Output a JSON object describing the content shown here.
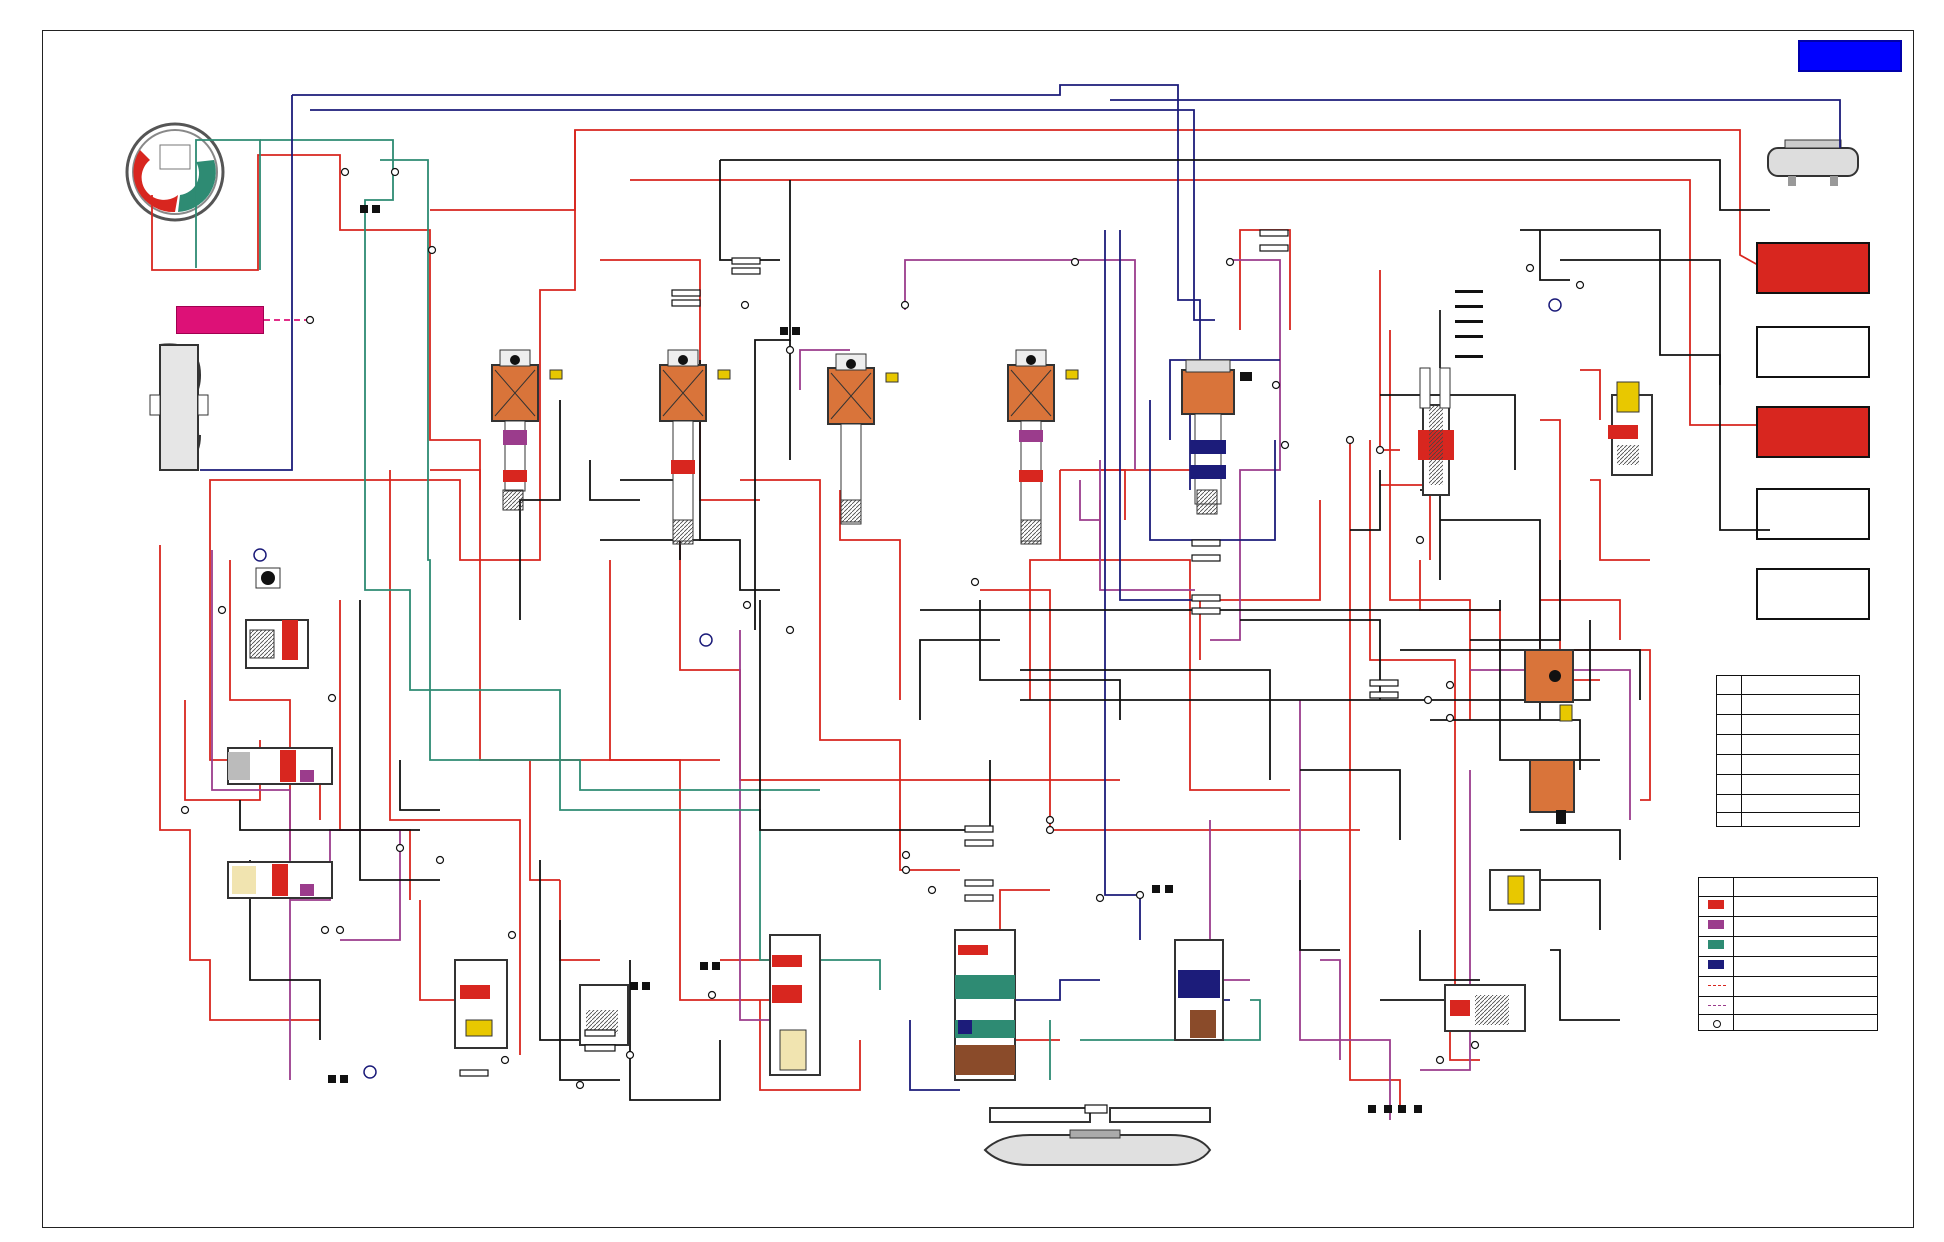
{
  "diagram": {
    "title_block_color": "#0000ff",
    "colors": {
      "main_line": "#d8261f",
      "converter": "#9b3c8c",
      "lube": "#2e8b73",
      "exhaust": "#1c1c7a",
      "line_black": "#111111",
      "solenoid": "#d9743a",
      "indicator": "#e8c800"
    },
    "legend_rows": [
      {
        "color": "#d8261f",
        "style": "solid"
      },
      {
        "color": "#9b3c8c",
        "style": "solid"
      },
      {
        "color": "#2e8b73",
        "style": "solid"
      },
      {
        "color": "#1c1c7a",
        "style": "solid"
      },
      {
        "color": "#d8261f",
        "style": "dashed"
      },
      {
        "color": "#9b3c8c",
        "style": "dashed"
      },
      {
        "color": "#111111",
        "style": "junction"
      }
    ],
    "side_boxes": [
      {
        "fill": "red"
      },
      {
        "fill": "white"
      },
      {
        "fill": "red"
      },
      {
        "fill": "white"
      },
      {
        "fill": "white"
      }
    ]
  }
}
